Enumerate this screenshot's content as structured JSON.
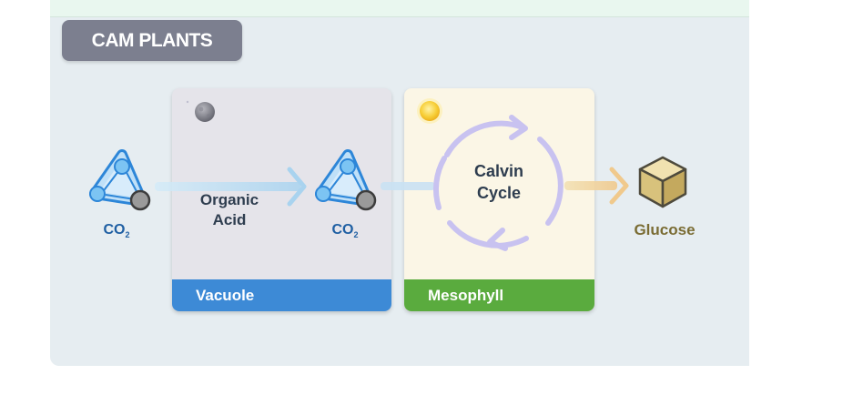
{
  "section": {
    "title": "CAM PLANTS"
  },
  "vacuole": {
    "footer_label": "Vacuole",
    "label_line1": "Organic",
    "label_line2": "Acid"
  },
  "mesophyll": {
    "footer_label": "Mesophyll",
    "cycle_line1": "Calvin",
    "cycle_line2": "Cycle"
  },
  "molecules": {
    "left": {
      "label": "CO",
      "subscript": "2"
    },
    "mid": {
      "label": "CO",
      "subscript": "2"
    }
  },
  "product": {
    "label": "Glucose"
  },
  "icons": {
    "vacuole_corner": "moon-icon",
    "mesophyll_corner": "sun-icon",
    "molecule": "co2-molecule-icon",
    "product": "glucose-cube-icon"
  },
  "colors": {
    "vacuole_footer": "#3d8ad6",
    "mesophyll_footer": "#5aab3e",
    "molecule_blue": "#2d86d8",
    "cycle_purple": "#c8c2f0",
    "glucose_gold": "#e2c675"
  }
}
